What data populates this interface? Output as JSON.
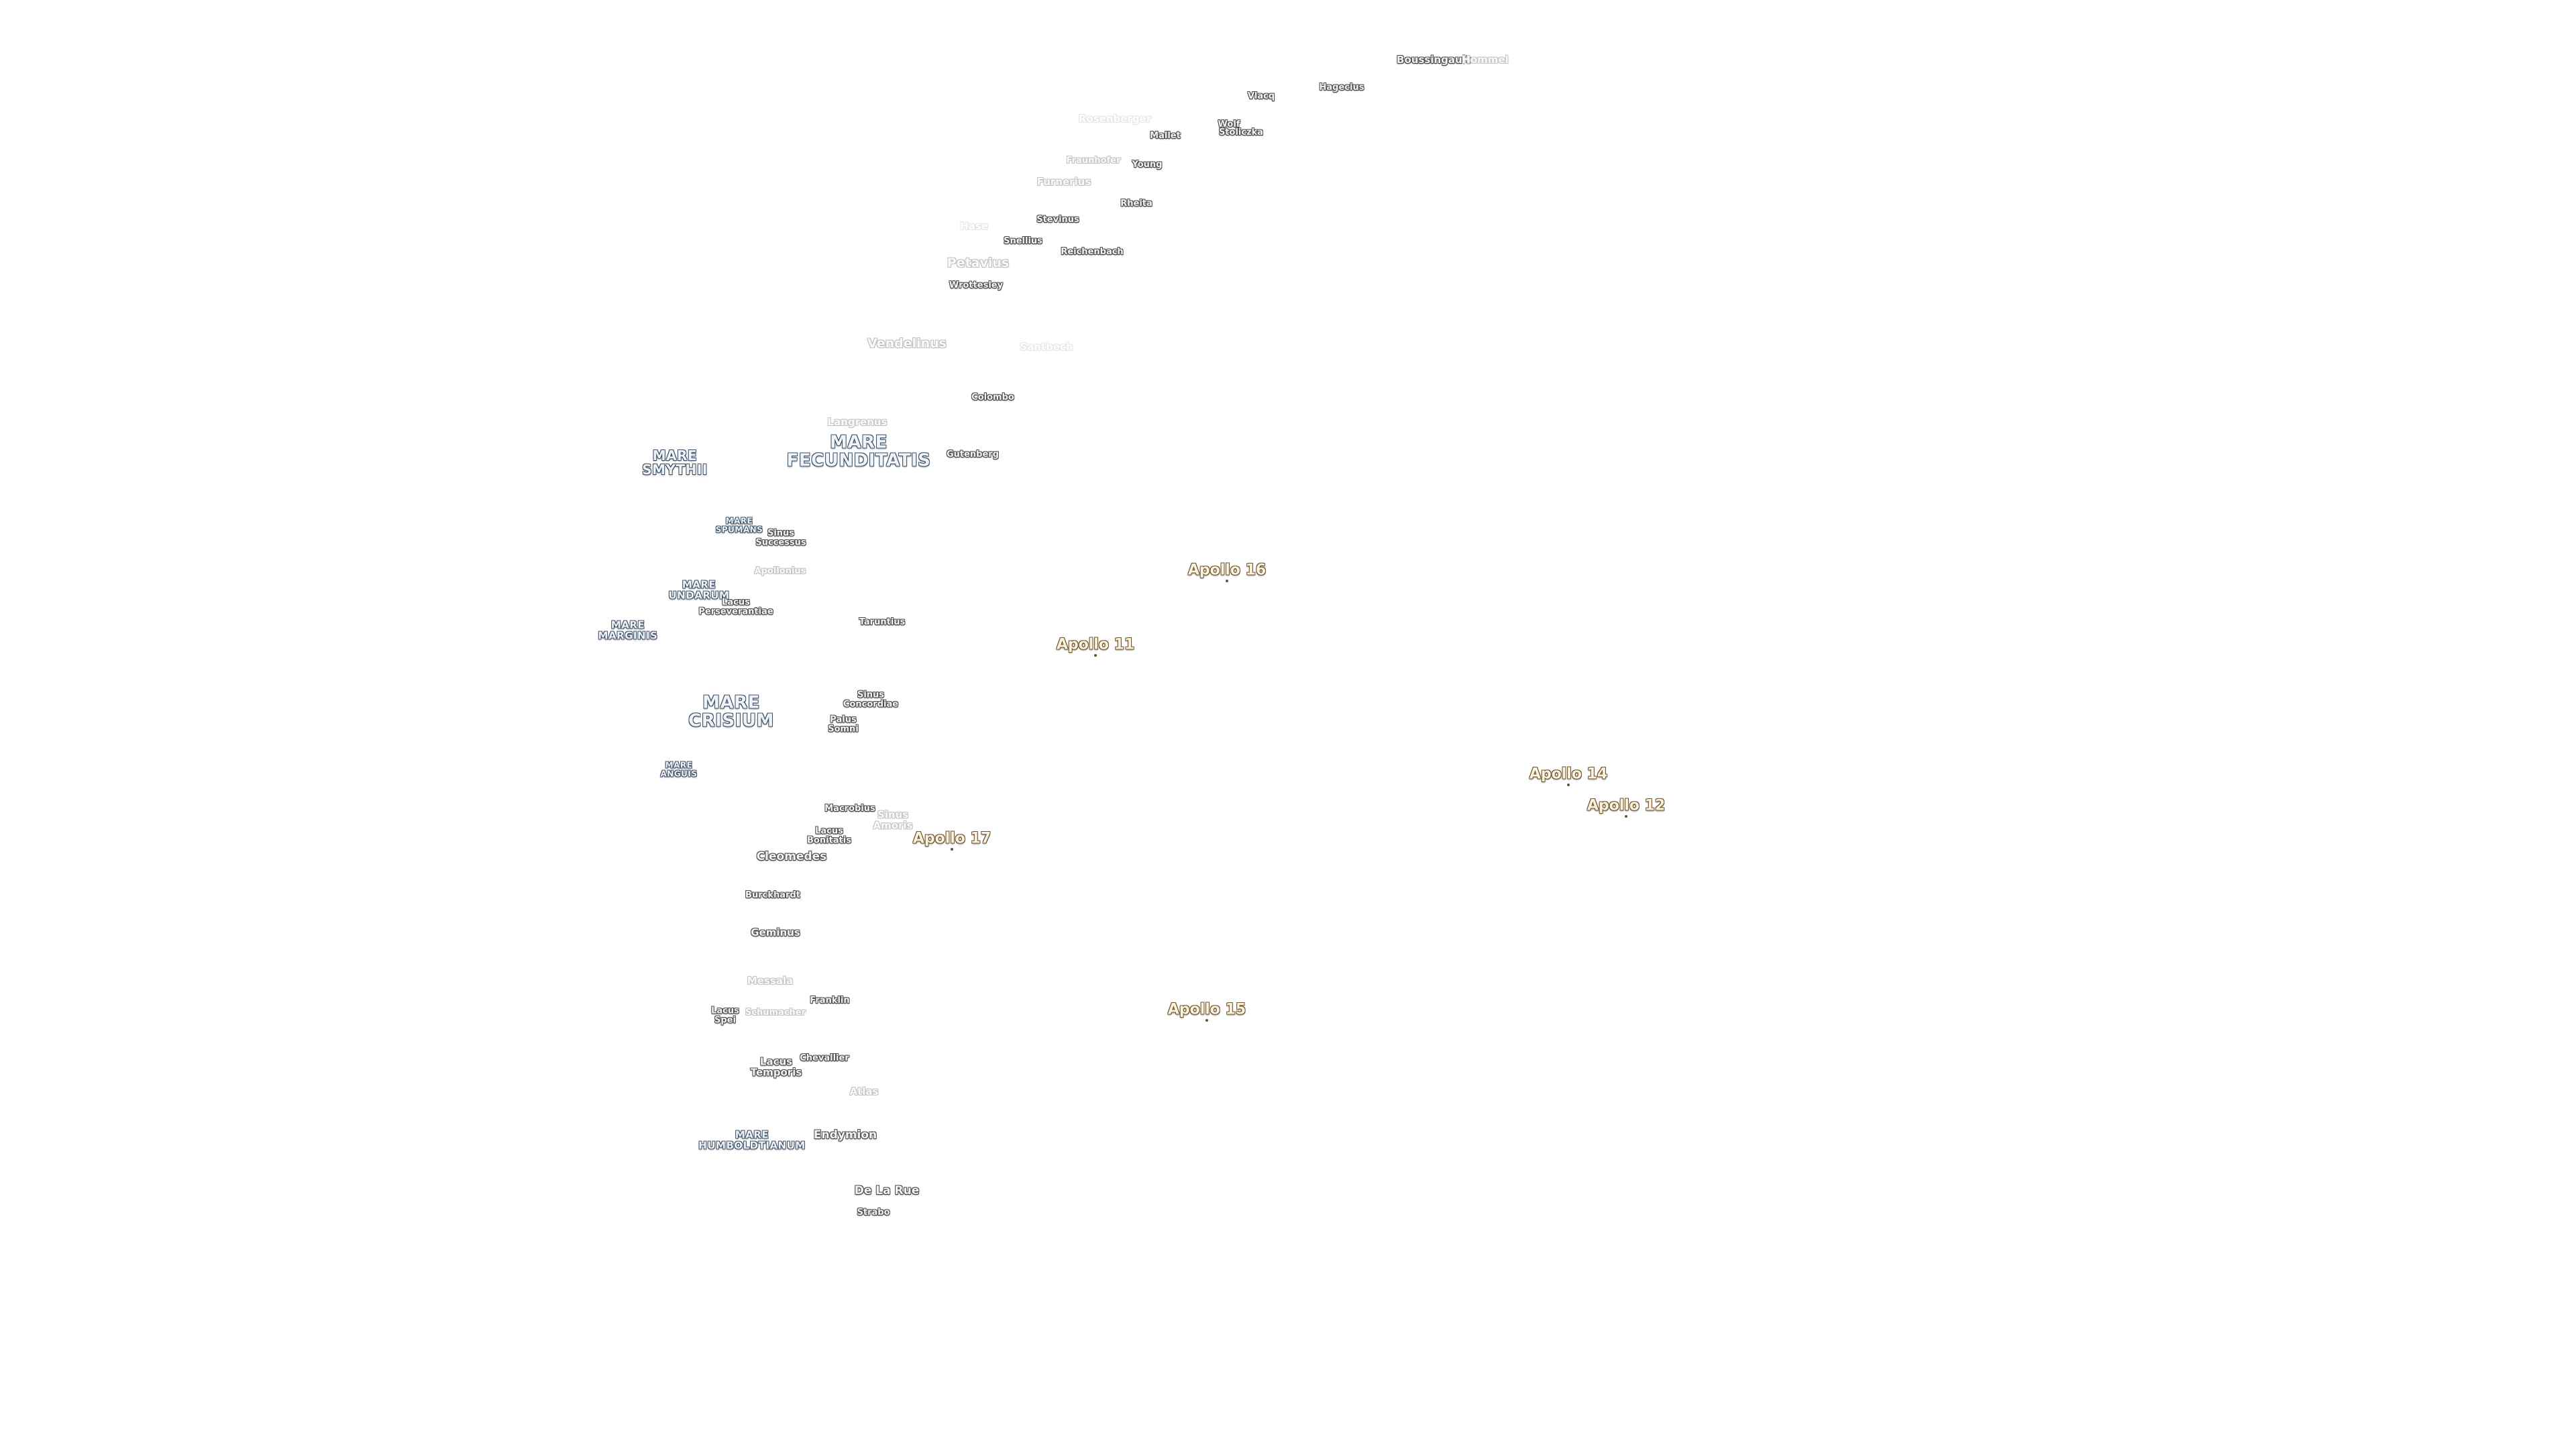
{
  "labels": [
    {
      "text": "Boussingault",
      "kind": "crater",
      "style": ""
    },
    {
      "text": "Hommel",
      "kind": "crater",
      "style": "faint"
    },
    {
      "text": "Vlacq",
      "kind": "crater",
      "style": "small"
    },
    {
      "text": "Hagecius",
      "kind": "crater",
      "style": "small"
    },
    {
      "text": "Rosenberger",
      "kind": "crater",
      "style": "veryfaint"
    },
    {
      "text": "Mallet",
      "kind": "crater",
      "style": "small"
    },
    {
      "text": "Wolf",
      "kind": "crater",
      "style": "small"
    },
    {
      "text": "Stoliczka",
      "kind": "crater",
      "style": "small"
    },
    {
      "text": "Fraunhofer",
      "kind": "crater",
      "style": "faint small"
    },
    {
      "text": "Young",
      "kind": "crater",
      "style": "small"
    },
    {
      "text": "Furnerius",
      "kind": "crater",
      "style": "faint"
    },
    {
      "text": "Rheita",
      "kind": "crater",
      "style": "small"
    },
    {
      "text": "Hase",
      "kind": "crater",
      "style": "veryfaint"
    },
    {
      "text": "Stevinus",
      "kind": "crater",
      "style": "small"
    },
    {
      "text": "Snellius",
      "kind": "crater",
      "style": "small"
    },
    {
      "text": "Reichenbach",
      "kind": "crater",
      "style": "small"
    },
    {
      "text": "Petavius",
      "kind": "crater",
      "style": "bigfaint"
    },
    {
      "text": "Wrottesley",
      "kind": "crater",
      "style": "small"
    },
    {
      "text": "Vendelinus",
      "kind": "crater",
      "style": "bigfaint"
    },
    {
      "text": "Santbech",
      "kind": "crater",
      "style": "veryfaint"
    },
    {
      "text": "Colombo",
      "kind": "crater",
      "style": "small"
    },
    {
      "text": "Langrenus",
      "kind": "crater",
      "style": "faint"
    },
    {
      "text": "MARE\nFECUNDITATIS",
      "kind": "mare",
      "style": "large"
    },
    {
      "text": "MARE\nSMYTHII",
      "kind": "mare",
      "style": ""
    },
    {
      "text": "Gutenberg",
      "kind": "crater",
      "style": "small"
    },
    {
      "text": "MARE\nSPUMANS",
      "kind": "mare",
      "style": "tiny"
    },
    {
      "text": "Sinus\nSuccessus",
      "kind": "crater",
      "style": "small"
    },
    {
      "text": "Apollonius",
      "kind": "crater",
      "style": "faint small"
    },
    {
      "text": "MARE\nUNDARUM",
      "kind": "mare",
      "style": "small"
    },
    {
      "text": "Lacus\nPerseverantiae",
      "kind": "crater",
      "style": "small"
    },
    {
      "text": "MARE\nMARGINIS",
      "kind": "mare",
      "style": "small"
    },
    {
      "text": "Taruntius",
      "kind": "crater",
      "style": "small"
    },
    {
      "text": "MARE\nCRISIUM",
      "kind": "mare",
      "style": "large"
    },
    {
      "text": "Sinus\nConcordiae",
      "kind": "crater",
      "style": "small"
    },
    {
      "text": "Palus\nSomni",
      "kind": "crater",
      "style": "small"
    },
    {
      "text": "MARE\nANGUIS",
      "kind": "mare",
      "style": "tiny"
    },
    {
      "text": "Macrobius",
      "kind": "crater",
      "style": "small"
    },
    {
      "text": "Sinus\nAmoris",
      "kind": "crater",
      "style": "faint"
    },
    {
      "text": "Lacus\nBonitatis",
      "kind": "crater",
      "style": "small"
    },
    {
      "text": "Cleomedes",
      "kind": "crater",
      "style": "mid"
    },
    {
      "text": "Burckhardt",
      "kind": "crater",
      "style": "small"
    },
    {
      "text": "Geminus",
      "kind": "crater",
      "style": ""
    },
    {
      "text": "Messala",
      "kind": "crater",
      "style": "faint"
    },
    {
      "text": "Franklin",
      "kind": "crater",
      "style": "small"
    },
    {
      "text": "Lacus\nSpei",
      "kind": "crater",
      "style": "small"
    },
    {
      "text": "Schumacher",
      "kind": "crater",
      "style": "faint small"
    },
    {
      "text": "Lacus\nTemporis",
      "kind": "crater",
      "style": ""
    },
    {
      "text": "Chevallier",
      "kind": "crater",
      "style": "small"
    },
    {
      "text": "Atlas",
      "kind": "crater",
      "style": "faint"
    },
    {
      "text": "MARE\nHUMBOLDTIANUM",
      "kind": "mare",
      "style": "small"
    },
    {
      "text": "Endymion",
      "kind": "crater",
      "style": "mid"
    },
    {
      "text": "De La Rue",
      "kind": "crater",
      "style": "mid"
    },
    {
      "text": "Strabo",
      "kind": "crater",
      "style": "small"
    },
    {
      "text": "Apollo 16",
      "kind": "apollo",
      "style": ""
    },
    {
      "text": "Apollo 11",
      "kind": "apollo",
      "style": ""
    },
    {
      "text": "Apollo 14",
      "kind": "apollo",
      "style": ""
    },
    {
      "text": "Apollo 12",
      "kind": "apollo",
      "style": ""
    },
    {
      "text": "Apollo 17",
      "kind": "apollo",
      "style": ""
    },
    {
      "text": "Apollo 15",
      "kind": "apollo",
      "style": ""
    }
  ]
}
